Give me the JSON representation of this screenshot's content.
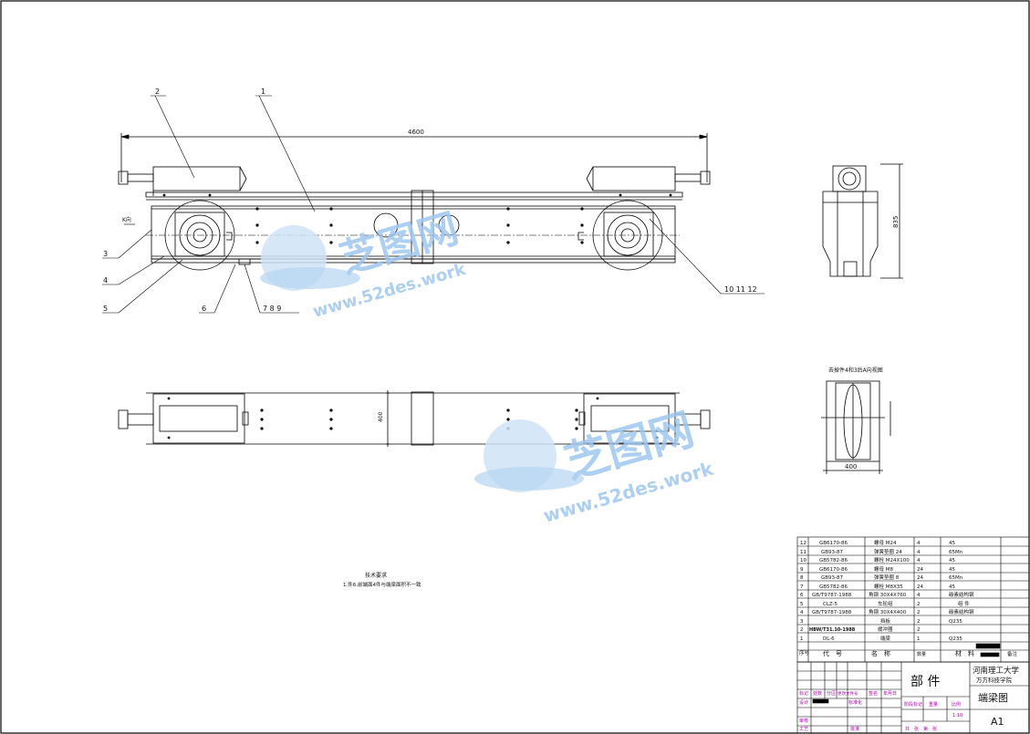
{
  "drawing": {
    "overall_length": "4600",
    "height_dim": "835",
    "top_width_dim": "400",
    "wheel_width_dim": "400",
    "side_label": "K向",
    "section_title": "去掉件4和3后A向视图",
    "tech_title": "技术要求",
    "tech_req": "1.件6.前端面4件与端梁面积不一致",
    "leaders": [
      "1",
      "2",
      "3",
      "4",
      "5",
      "6",
      "7  8  9",
      "10  11  12"
    ]
  },
  "watermark": {
    "brand": "芝图网",
    "url": "www.52des.work"
  },
  "bom": {
    "rows": [
      {
        "no": "12",
        "code": "GB6170-86",
        "name": "螺母 M24",
        "qty": "4",
        "mat": "45"
      },
      {
        "no": "11",
        "code": "GB93-87",
        "name": "弹簧垫圈 24",
        "qty": "4",
        "mat": "65Mn"
      },
      {
        "no": "10",
        "code": "GB5782-86",
        "name": "螺栓 M24X100",
        "qty": "4",
        "mat": "45"
      },
      {
        "no": "9",
        "code": "GB6170-86",
        "name": "螺母 M8",
        "qty": "24",
        "mat": "45"
      },
      {
        "no": "8",
        "code": "GB93-87",
        "name": "弹簧垫圈 8",
        "qty": "24",
        "mat": "65Mn"
      },
      {
        "no": "7",
        "code": "GB5782-86",
        "name": "螺栓 M8X35",
        "qty": "24",
        "mat": "45"
      },
      {
        "no": "6",
        "code": "GB/T9787-1988",
        "name": "角钢 30X4X760",
        "qty": "4",
        "mat": "碳素结构钢"
      },
      {
        "no": "5",
        "code": "CLZ-5",
        "name": "车轮组",
        "qty": "2",
        "mat": "组 件"
      },
      {
        "no": "4",
        "code": "GB/T9787-1988",
        "name": "角钢 30X4X400",
        "qty": "2",
        "mat": "碳素结构钢"
      },
      {
        "no": "3",
        "code": "",
        "name": "挡板",
        "qty": "2",
        "mat": "Q235"
      },
      {
        "no": "2",
        "code": "HBW/T31.10-1988",
        "name": "缓冲器",
        "qty": "2",
        "mat": ""
      },
      {
        "no": "1",
        "code": "DL-6",
        "name": "端梁",
        "qty": "1",
        "mat": "Q235"
      }
    ],
    "header": {
      "no": "序号",
      "code": "代　号",
      "name": "名　称",
      "qty": "数量",
      "mat": "材　料",
      "remark": "备注"
    }
  },
  "title_block": {
    "part_type": "部 件",
    "school": "河南理工大学",
    "college": "万方科技学院",
    "drawing_name": "端梁图",
    "sheet_size": "A1",
    "ratio": "1:10",
    "rev_labels": [
      "标记",
      "处数",
      "分区",
      "更改文件号",
      "签名",
      "年月日"
    ],
    "design_label": "设计",
    "std_label": "标准化",
    "stage_label": "阶段标记",
    "weight_label": "重量",
    "scale_label": "比例",
    "check_label": "审核",
    "process_label": "工艺",
    "approve_label": "批准",
    "sheets_label": "共　张　第　张"
  }
}
